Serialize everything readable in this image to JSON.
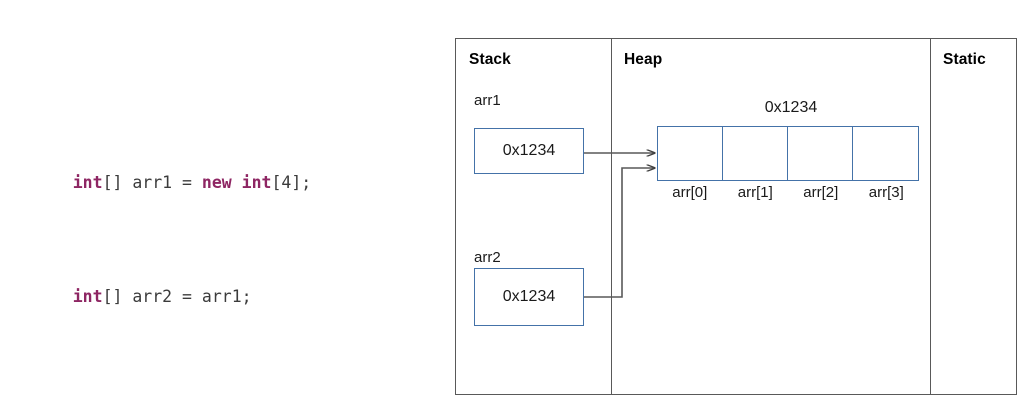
{
  "code": {
    "lines": [
      {
        "tokens": [
          {
            "text": "int",
            "kind": "keyword"
          },
          {
            "text": "[] arr1 = ",
            "kind": "plain"
          },
          {
            "text": "new",
            "kind": "keyword"
          },
          {
            "text": " ",
            "kind": "plain"
          },
          {
            "text": "int",
            "kind": "keyword"
          },
          {
            "text": "[4];",
            "kind": "plain"
          }
        ]
      },
      {
        "tokens": [
          {
            "text": "int",
            "kind": "keyword"
          },
          {
            "text": "[] arr2 = arr1;",
            "kind": "plain"
          }
        ]
      }
    ],
    "line1_full": "int[] arr1 = new int[4];",
    "line2_full": "int[] arr2 = arr1;",
    "keyword_color": "#8e2663",
    "text_color": "#3b3b3b"
  },
  "memory": {
    "columns": {
      "stack": "Stack",
      "heap": "Heap",
      "static": "Static"
    },
    "border_color": "#595959",
    "box_color": "#4472a8",
    "stack_variables": [
      {
        "name": "arr1",
        "value": "0x1234"
      },
      {
        "name": "arr2",
        "value": "0x1234"
      }
    ],
    "heap_object": {
      "address": "0x1234",
      "cells": [
        {
          "label": "arr[0]",
          "value": ""
        },
        {
          "label": "arr[1]",
          "value": ""
        },
        {
          "label": "arr[2]",
          "value": ""
        },
        {
          "label": "arr[3]",
          "value": ""
        }
      ]
    },
    "static_contents": []
  }
}
